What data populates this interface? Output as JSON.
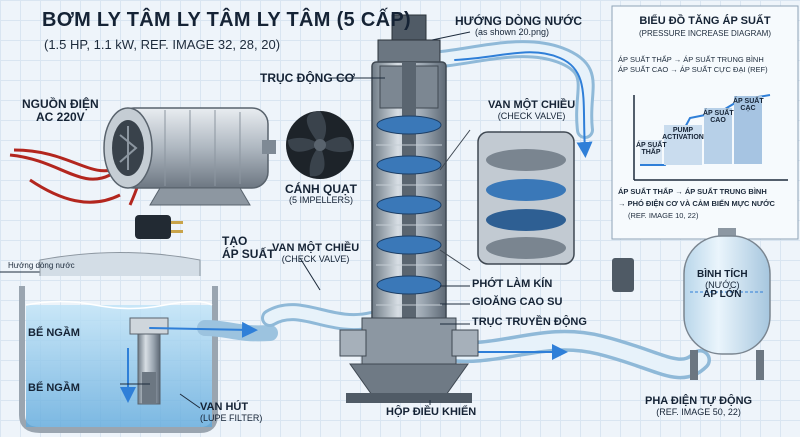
{
  "title": "BƠM LY TÂM LY TÂM LY TÂM (5 CẤP)",
  "subtitle": "(1.5 HP, 1.1 kW, REF. IMAGE 32, 28, 20)",
  "labels": {
    "power_source": [
      "NGUỒN ĐIỆN",
      "AC 220V"
    ],
    "motor_shaft": "TRỤC ĐỘNG CƠ",
    "impellers": "CÁNH QUẠT",
    "impellers_sub": "(5 IMPELLERS)",
    "create_pressure": [
      "TẠO",
      "ÁP SUẤT"
    ],
    "flow_direction_top": "HƯỚNG DÒNG NƯỚC",
    "flow_direction_top_sub": "(as shown 20.png)",
    "check_valve_right": "VAN MỘT CHIỀU",
    "check_valve_right_sub": "(CHECK VALVE)",
    "check_valve_mid": "VAN MỘT CHIỀU",
    "check_valve_mid_sub": "(CHECK VALVE)",
    "flow_direction_tank": "Hướng dòng nước",
    "underground_tank_1": "BỂ NGẦM",
    "underground_tank_2": "BỂ NGẦM",
    "suction_valve": "VAN HÚT",
    "suction_valve_sub": "(LUPE FILTER)",
    "seal": "PHỚT LÀM KÍN",
    "rubber_gasket": "GIOĂNG CAO SU",
    "drive_shaft": "TRỤC TRUYỀN ĐỘNG",
    "control_box": "HỘP ĐIỀU KHIỂN",
    "pressure_tank": [
      "BÌNH TÍCH",
      "(NƯỚC)",
      "ÁP LỚN"
    ],
    "auto_power": "PHA ĐIỆN TỰ ĐỘNG",
    "auto_power_sub": "(REF. IMAGE 50, 22)"
  },
  "pressure_panel": {
    "title": "BIỂU ĐỒ TĂNG ÁP SUẤT",
    "subtitle": "(PRESSURE INCREASE DIAGRAM)",
    "note_lines": [
      "ÁP SUẤT THẤP → ÁP SUẤT TRUNG BÌNH",
      "ÁP SUẤT CAO → ÁP SUẤT CỰC ĐẠI (REF)"
    ],
    "stages": [
      [
        "ÁP SUẤT",
        "THẤP"
      ],
      [
        "PUMP",
        "ACTIVATION"
      ],
      [
        "ÁP SUẤT",
        "CAO"
      ],
      [
        "ÁP SUẤT",
        "CẠC"
      ]
    ],
    "bottom_lines": [
      "ÁP SUẤT THẤP → ÁP SUẤT TRUNG BÌNH",
      "→ PHÓ ĐIỆN CƠ VÀ CẢM BIẾN MỰC NƯỚC",
      "(REF. IMAGE 10, 22)"
    ]
  },
  "colors": {
    "pipe": "#cfe3f2",
    "pipe_edge": "#7ea9c9",
    "arrow": "#2f7fd8",
    "water": "#9fd0ee",
    "pump_steel": "#a9b4bf",
    "impeller_blue": "#3a78b8",
    "text": "#152335"
  }
}
